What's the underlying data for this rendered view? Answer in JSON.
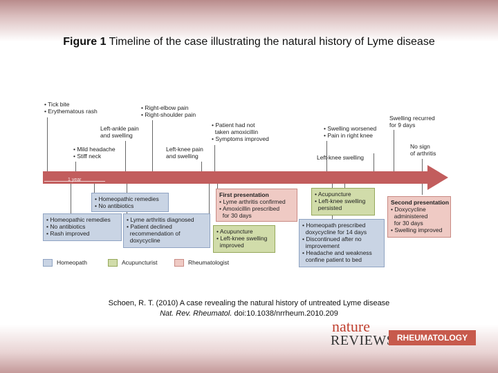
{
  "title": {
    "figure_label": "Figure 1",
    "text": "Timeline of the case illustrating the natural history of Lyme disease"
  },
  "timeline": {
    "year_label": "1 year",
    "events_above": [
      {
        "lines": [
          "• Tick bite",
          "• Erythematous rash"
        ]
      },
      {
        "lines": [
          "• Mild headache",
          "• Stiff neck"
        ]
      },
      {
        "lines": [
          "Left-ankle pain",
          "and swelling"
        ]
      },
      {
        "lines": [
          "• Right-elbow pain",
          "• Right-shoulder pain"
        ]
      },
      {
        "lines": [
          "Left-knee pain",
          "and swelling"
        ]
      },
      {
        "lines": [
          "• Patient had not",
          "  taken amoxicillin",
          "• Symptoms improved"
        ]
      },
      {
        "lines": [
          "• Swelling worsened",
          "• Pain in right knee"
        ]
      },
      {
        "lines": [
          "Left-knee swelling"
        ]
      },
      {
        "lines": [
          "Swelling recurred",
          "for 9 days"
        ]
      },
      {
        "lines": [
          "No sign",
          "of arthritis"
        ]
      }
    ],
    "boxes": [
      {
        "kind": "blue",
        "lines": [
          "• Homeopathic remedies",
          "• No antibiotics"
        ]
      },
      {
        "kind": "blue",
        "lines": [
          "• Homeopathic remedies",
          "• No antibiotics",
          "• Rash improved"
        ]
      },
      {
        "kind": "blue",
        "lines": [
          "• Lyme arthritis diagnosed",
          "• Patient declined",
          "  recommendation of",
          "  doxycycline"
        ]
      },
      {
        "kind": "red",
        "header": "First presentation",
        "lines": [
          "• Lyme arthritis confirmed",
          "• Amoxicillin prescribed",
          "  for 30 days"
        ]
      },
      {
        "kind": "green",
        "lines": [
          "• Acupuncture",
          "• Left-knee swelling",
          "  improved"
        ]
      },
      {
        "kind": "green",
        "lines": [
          "• Acupuncture",
          "• Left-knee swelling",
          "  persisted"
        ]
      },
      {
        "kind": "blue",
        "lines": [
          "• Homeopath prescribed",
          "  doxycycline for 14 days",
          "• Discontinued after no",
          "  improvement",
          "• Headache and weakness",
          "  confine patient to bed"
        ]
      },
      {
        "kind": "red",
        "header": "Second presentation",
        "lines": [
          "• Doxycycline",
          "  administered",
          "  for 30 days",
          "• Swelling improved"
        ]
      }
    ],
    "legend": [
      {
        "label": "Homeopath",
        "color": "#c9d4e4"
      },
      {
        "label": "Acupuncturist",
        "color": "#d1dcaa"
      },
      {
        "label": "Rheumatologist",
        "color": "#efcac4"
      }
    ]
  },
  "citation": {
    "line1": "Schoen, R. T. (2010) A case revealing the natural history of untreated Lyme disease",
    "journal": "Nat. Rev. Rheumatol.",
    "doi": "doi:10.1038/nrrheum.2010.209"
  },
  "logo": {
    "nature": "nature",
    "reviews": "REVIEWS",
    "journal": "RHEUMATOLOGY"
  },
  "colors": {
    "arrow": "#c25d5d",
    "homeopath": "#c9d4e4",
    "acupuncturist": "#d1dcaa",
    "rheumatologist": "#efcac4"
  }
}
